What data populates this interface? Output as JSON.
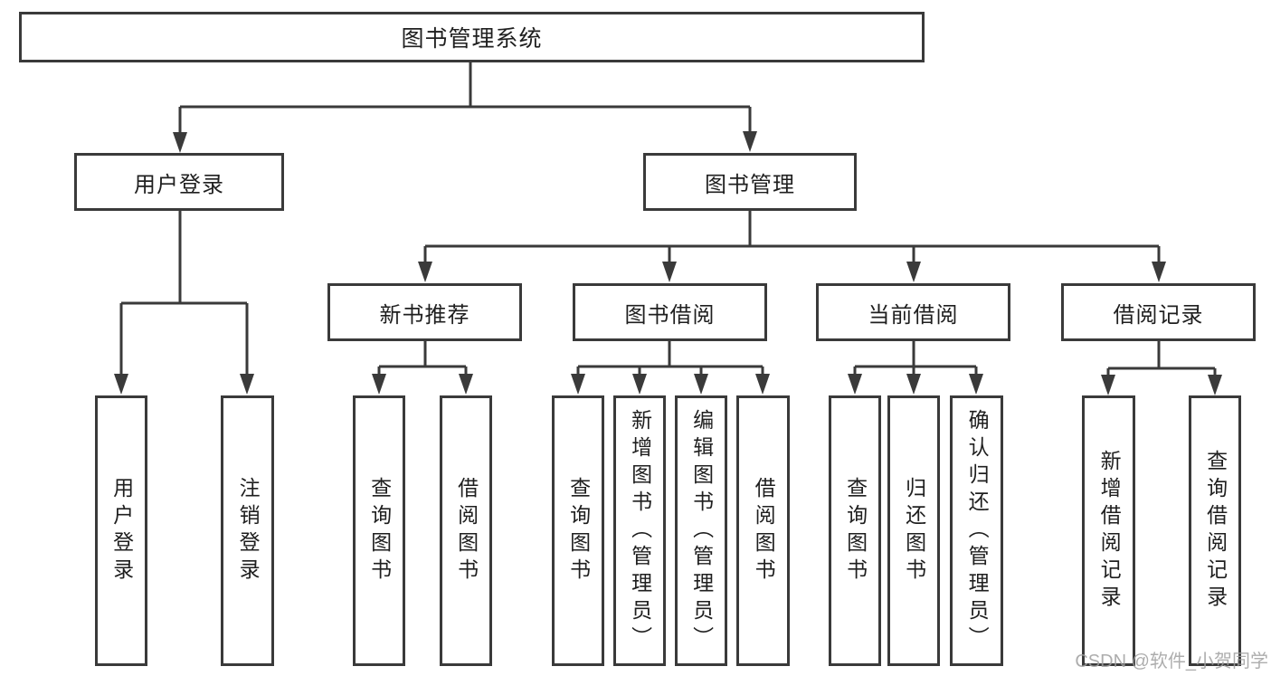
{
  "tree": {
    "label": "图书管理系统",
    "children": [
      {
        "label": "用户登录",
        "children": [
          {
            "label": "用户登录"
          },
          {
            "label": "注销登录"
          }
        ]
      },
      {
        "label": "图书管理",
        "children": [
          {
            "label": "新书推荐",
            "children": [
              {
                "label": "查询图书"
              },
              {
                "label": "借阅图书"
              }
            ]
          },
          {
            "label": "图书借阅",
            "children": [
              {
                "label": "查询图书"
              },
              {
                "label": "新增图书（管理员）"
              },
              {
                "label": "编辑图书（管理员）"
              },
              {
                "label": "借阅图书"
              }
            ]
          },
          {
            "label": "当前借阅",
            "children": [
              {
                "label": "查询图书"
              },
              {
                "label": "归还图书"
              },
              {
                "label": "确认归还（管理员）"
              }
            ]
          },
          {
            "label": "借阅记录",
            "children": [
              {
                "label": "新增借阅记录"
              },
              {
                "label": "查询借阅记录"
              }
            ]
          }
        ]
      }
    ]
  },
  "watermark": "CSDN @软件_小贺同学",
  "colors": {
    "background": "#ffffff",
    "line": "#3a3a3a",
    "box_border": "#3a3a3a",
    "box_fill": "#ffffff",
    "text": "#1f1f1f",
    "watermark": "#9f9f9f"
  }
}
